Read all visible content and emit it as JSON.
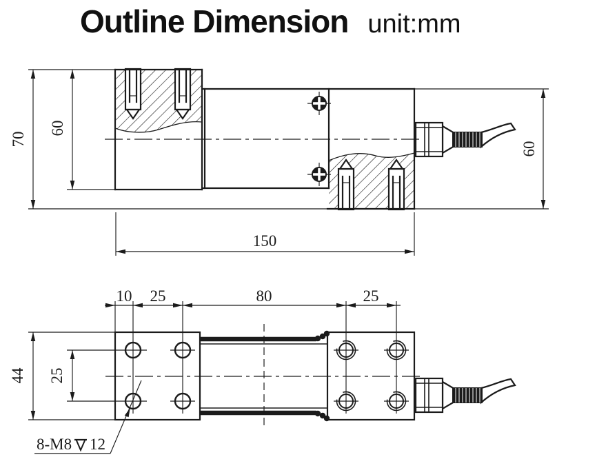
{
  "title": {
    "main": "Outline Dimension",
    "unit": "unit:mm"
  },
  "side_view": {
    "dims": {
      "overall_height": "70",
      "left_block_height": "60",
      "overall_length": "150",
      "right_end_height": "60"
    }
  },
  "plan_view": {
    "dims": {
      "edge_to_first_hole": "10",
      "left_hole_pitch": "25",
      "middle_span": "80",
      "right_hole_pitch": "25",
      "body_width": "44",
      "hole_row_pitch": "25"
    },
    "thread_note": {
      "designation": "8-M8",
      "depth_value": "12"
    }
  },
  "colors": {
    "line": "#1b1b1b",
    "background": "#ffffff"
  }
}
